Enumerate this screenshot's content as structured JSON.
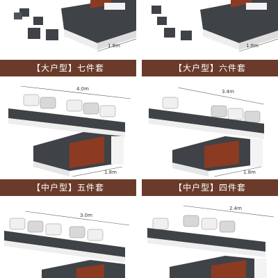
{
  "palette": {
    "band_bg": "#6a3b2a",
    "band_text": "#ffffff",
    "sofa_dark": "#3f4247",
    "sofa_white": "#f3f3f3",
    "table_wood": "#8a3b22"
  },
  "cells": [
    {
      "label": "【大户型】七件套",
      "width_dim": "",
      "depth_dim": "1.8m"
    },
    {
      "label": "【大户型】六件套",
      "width_dim": "",
      "depth_dim": "1.8m"
    },
    {
      "label": "【中户型】五件套",
      "width_dim": "4.0m",
      "depth_dim": "1.8m"
    },
    {
      "label": "【中户型】四件套",
      "width_dim": "3.4m",
      "depth_dim": "1.8m"
    },
    {
      "label": "",
      "width_dim": "3.0m",
      "depth_dim": ""
    },
    {
      "label": "",
      "width_dim": "2.4m",
      "depth_dim": ""
    }
  ]
}
